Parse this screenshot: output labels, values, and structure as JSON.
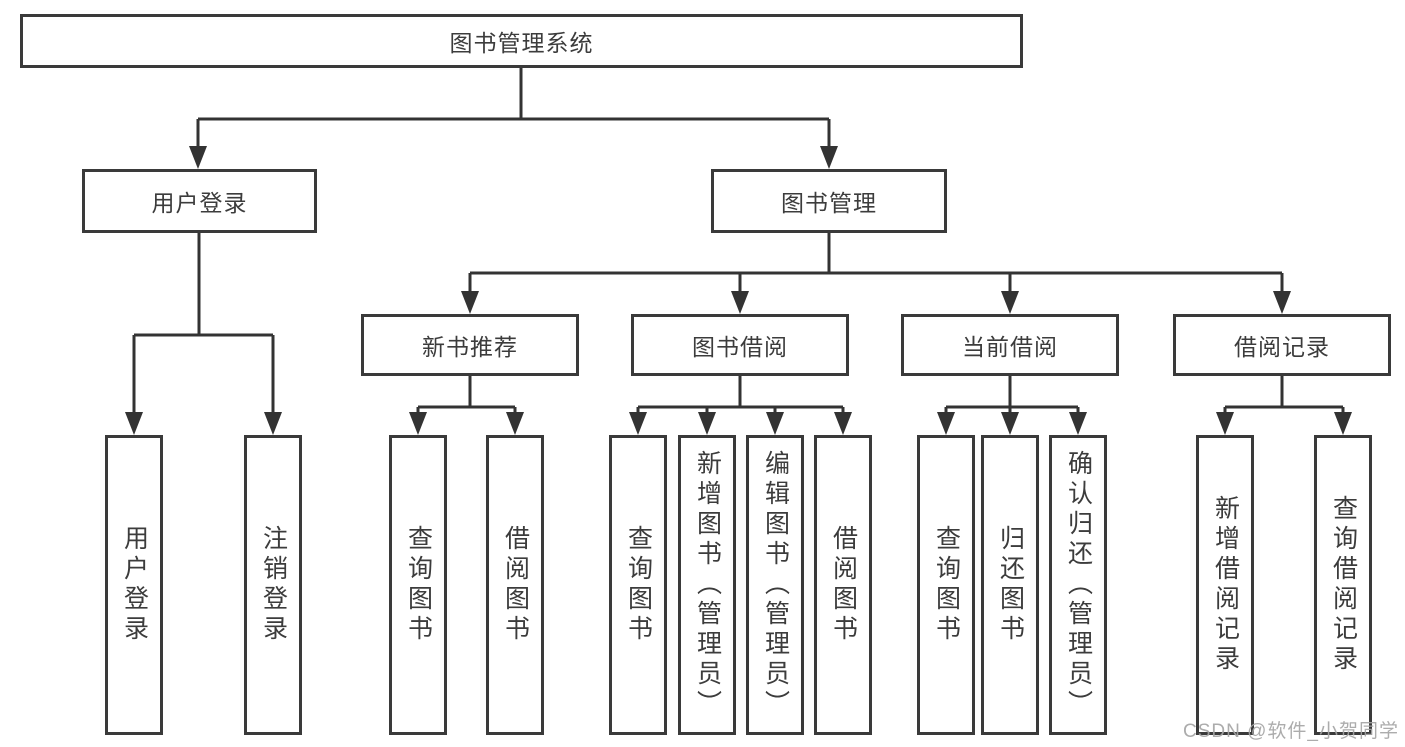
{
  "tree": {
    "label": "图书管理系统",
    "children": [
      {
        "label": "用户登录",
        "children": [
          {
            "label": "用户登录"
          },
          {
            "label": "注销登录"
          }
        ]
      },
      {
        "label": "图书管理",
        "children": [
          {
            "label": "新书推荐",
            "children": [
              {
                "label": "查询图书"
              },
              {
                "label": "借阅图书"
              }
            ]
          },
          {
            "label": "图书借阅",
            "children": [
              {
                "label": "查询图书"
              },
              {
                "label": "新增图书（管理员）"
              },
              {
                "label": "编辑图书（管理员）"
              },
              {
                "label": "借阅图书"
              }
            ]
          },
          {
            "label": "当前借阅",
            "children": [
              {
                "label": "查询图书"
              },
              {
                "label": "归还图书"
              },
              {
                "label": "确认归还（管理员）"
              }
            ]
          },
          {
            "label": "借阅记录",
            "children": [
              {
                "label": "新增借阅记录"
              },
              {
                "label": "查询借阅记录"
              }
            ]
          }
        ]
      }
    ]
  },
  "watermark": {
    "text": "CSDN @软件_小贺同学"
  },
  "colors": {
    "line": "#333333",
    "border": "#3a3a3a",
    "text": "#3c3c3c",
    "watermark": "#a5a5a5",
    "background": "#ffffff"
  }
}
